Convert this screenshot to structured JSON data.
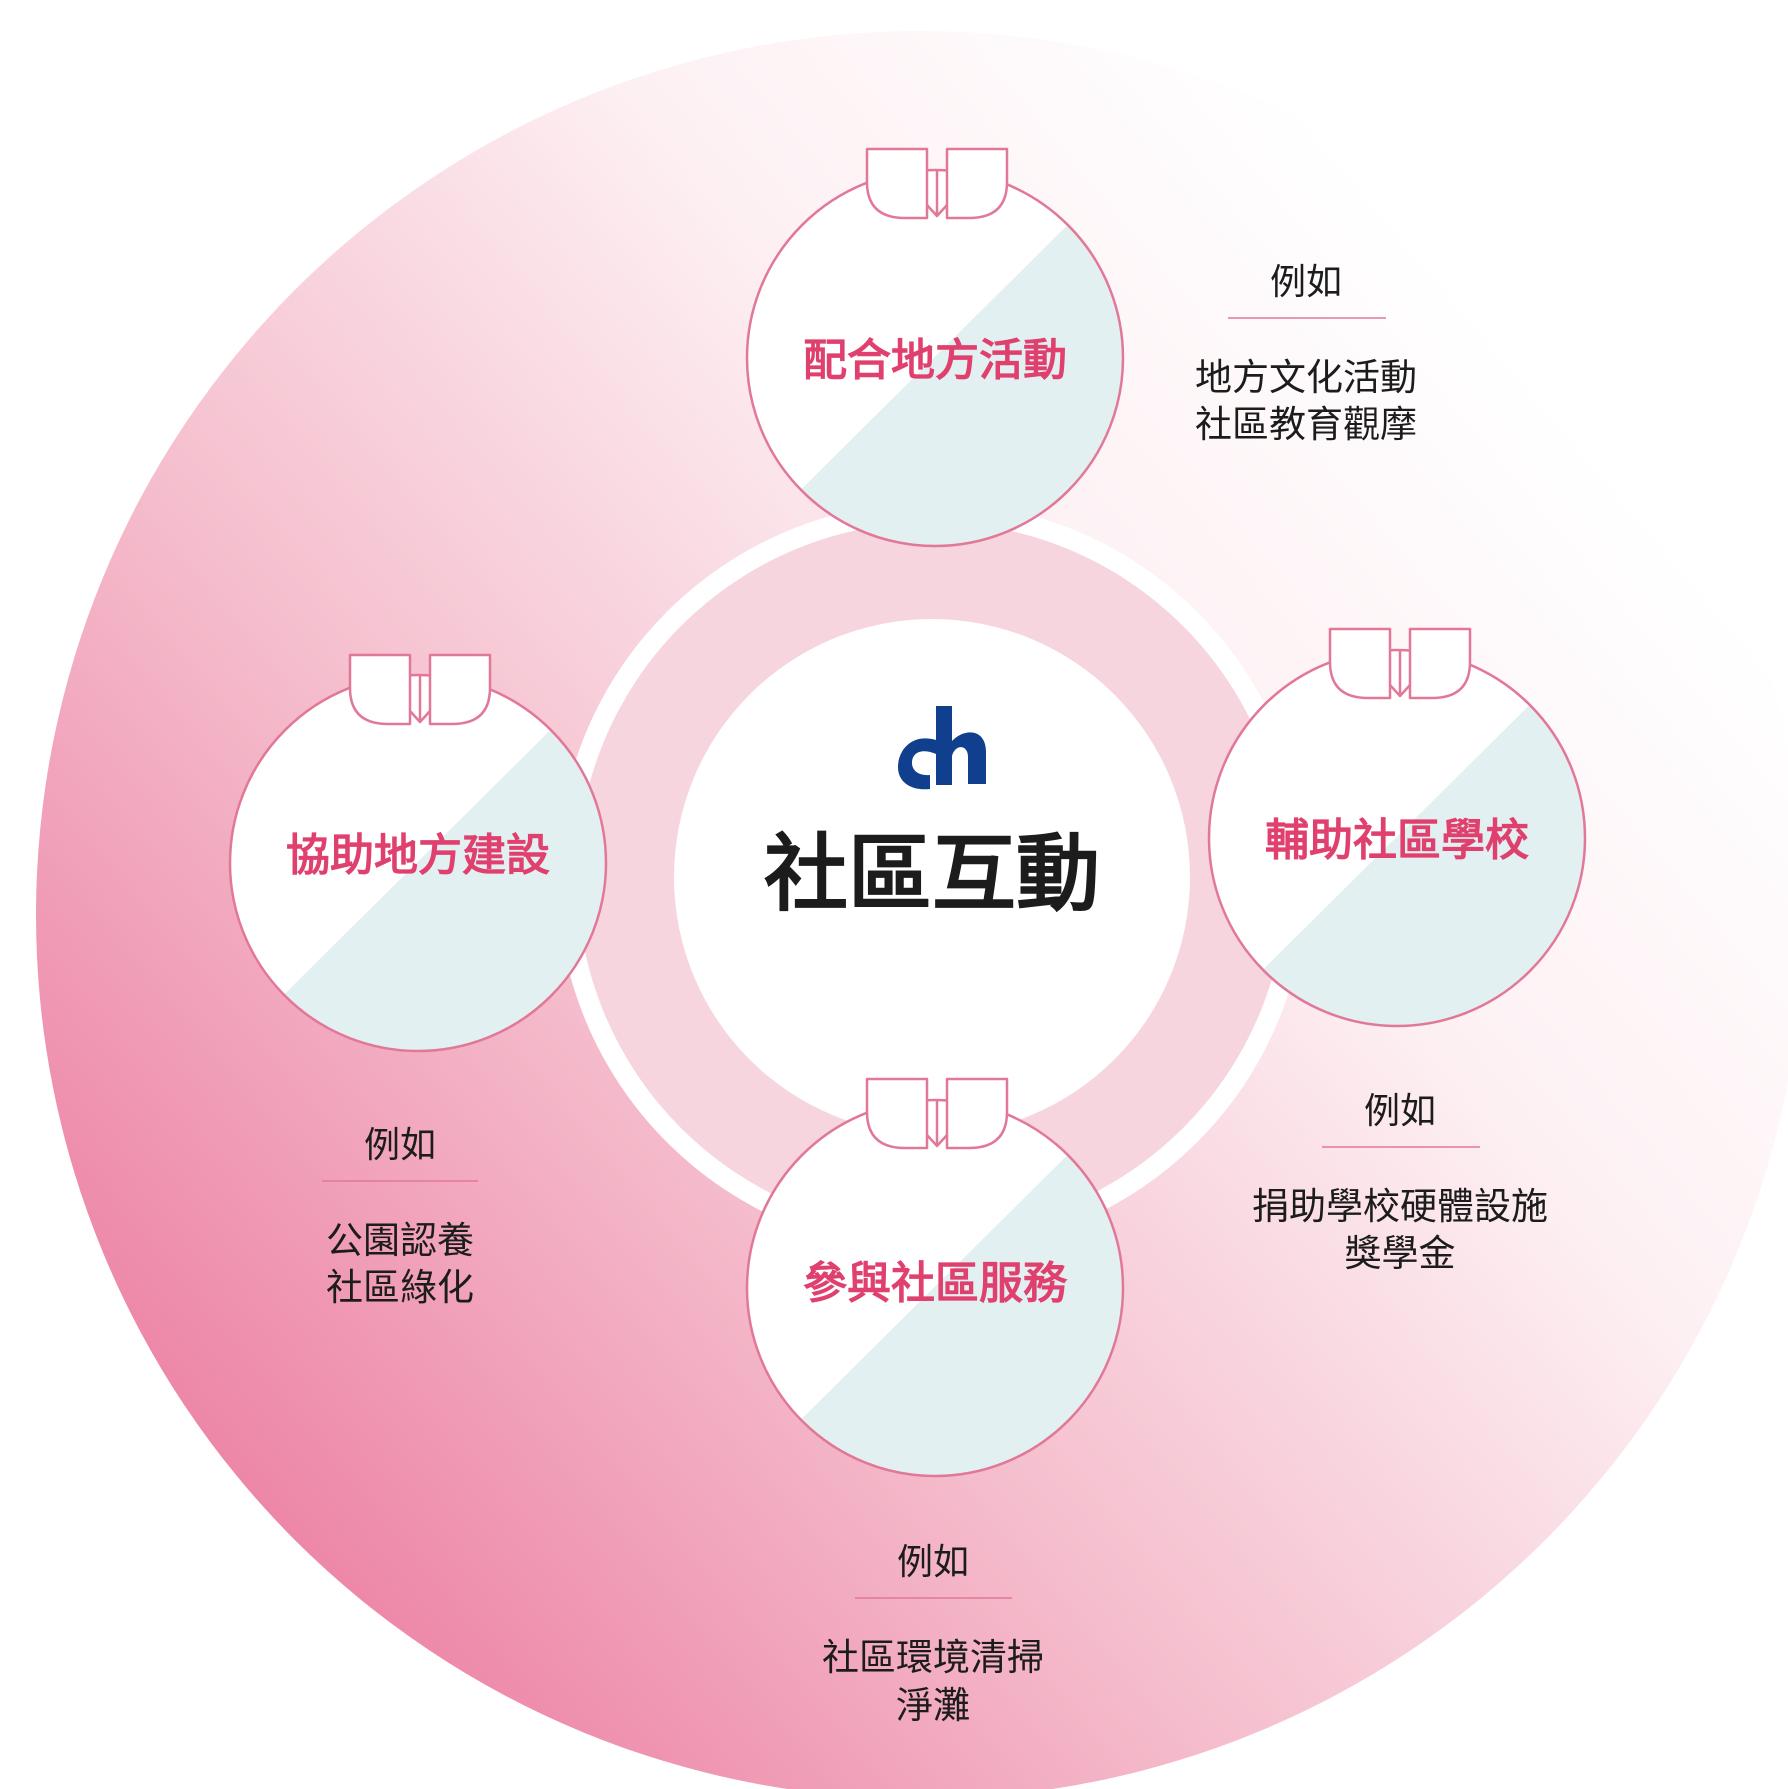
{
  "center": {
    "title": "社區互動",
    "logo": "company-logo-icon"
  },
  "colors": {
    "accent": "#e0406e",
    "circle_stroke": "#e27897",
    "teal_fill": "#e3f0f2",
    "ring_fill": "#f6d5de",
    "bg_gradient_dark": "#ec7fa2",
    "logo_blue": "#0f3f8d",
    "text_dark": "#1c1c1c"
  },
  "nodes": [
    {
      "id": "top",
      "title": "配合地方活動",
      "icon": "sprout-icon"
    },
    {
      "id": "right",
      "title": "輔助社區學校",
      "icon": "sprout-icon"
    },
    {
      "id": "bottom",
      "title": "參與社區服務",
      "icon": "sprout-icon"
    },
    {
      "id": "left",
      "title": "協助地方建設",
      "icon": "sprout-icon"
    }
  ],
  "examples": [
    {
      "id": "top",
      "heading": "例如",
      "lines": [
        "地方文化活動",
        "社區教育觀摩"
      ]
    },
    {
      "id": "right",
      "heading": "例如",
      "lines": [
        "捐助學校硬體設施",
        "獎學金"
      ]
    },
    {
      "id": "bottom",
      "heading": "例如",
      "lines": [
        "社區環境清掃",
        "淨灘"
      ]
    },
    {
      "id": "left",
      "heading": "例如",
      "lines": [
        "公園認養",
        "社區綠化"
      ]
    }
  ]
}
